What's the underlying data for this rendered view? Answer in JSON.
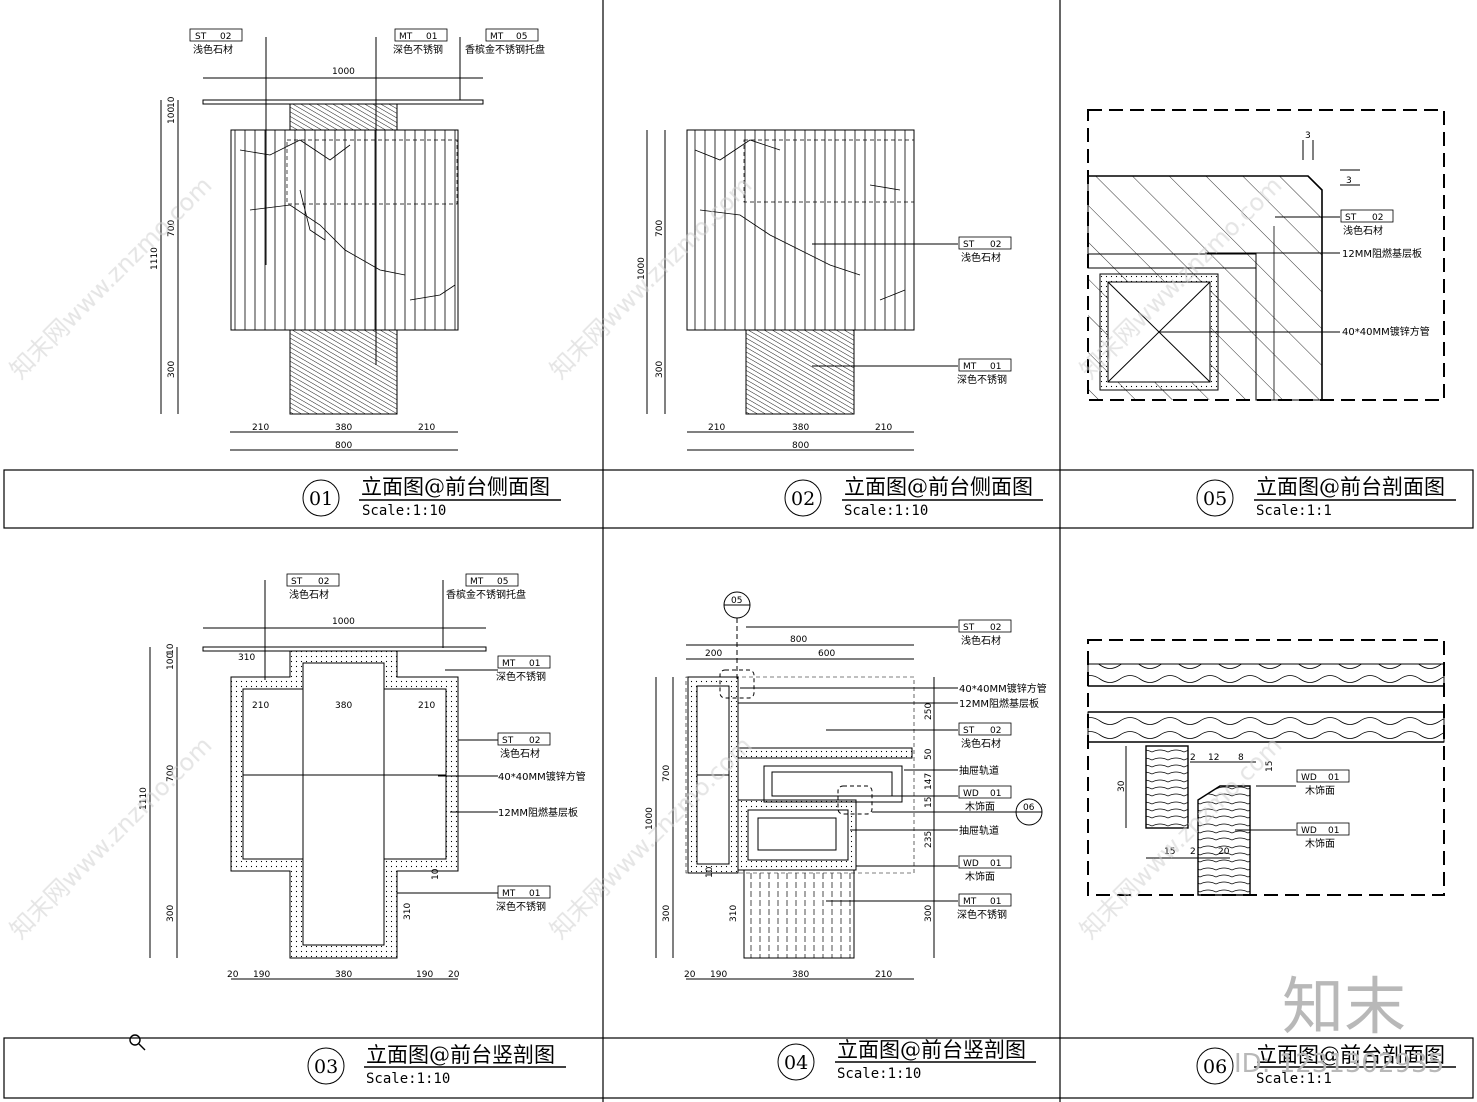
{
  "watermarks": {
    "logo_text": "知末",
    "id_text": "ID: 1231302935",
    "repeat_text": "知末网www.znzmo.com"
  },
  "panels": {
    "p01": {
      "num": "01",
      "title": "立面图@前台侧面图",
      "scale": "Scale:1:10"
    },
    "p02": {
      "num": "02",
      "title": "立面图@前台侧面图",
      "scale": "Scale:1:10"
    },
    "p05": {
      "num": "05",
      "title": "立面图@前台剖面图",
      "scale": "Scale:1:1"
    },
    "p03": {
      "num": "03",
      "title": "立面图@前台竖剖图",
      "scale": "Scale:1:10"
    },
    "p04": {
      "num": "04",
      "title": "立面图@前台竖剖图",
      "scale": "Scale:1:10"
    },
    "p06": {
      "num": "06",
      "title": "立面图@前台剖面图",
      "scale": "Scale:1:1"
    }
  },
  "materials": {
    "st02": {
      "code": "ST",
      "no": "02",
      "name": "浅色石材"
    },
    "mt01": {
      "code": "MT",
      "no": "01",
      "name": "深色不锈钢"
    },
    "mt05": {
      "code": "MT",
      "no": "05",
      "name": "香槟金不锈钢托盘"
    },
    "wd01": {
      "code": "WD",
      "no": "01",
      "name": "木饰面"
    }
  },
  "notes": {
    "tube": "40*40MM镀锌方管",
    "board": "12MM阻燃基层板",
    "rail": "抽屉轨道"
  },
  "dims": {
    "p01": {
      "top": "1000",
      "left_total": "1110",
      "left_a": "100",
      "left_b": "10",
      "left_mid": "700",
      "left_bot": "300",
      "b1": "210",
      "b2": "380",
      "b3": "210",
      "b_total": "800"
    },
    "p02": {
      "left_total": "1000",
      "left_mid": "700",
      "left_bot": "300",
      "b1": "210",
      "b2": "380",
      "b3": "210",
      "b_total": "800"
    },
    "p05": {
      "d1": "3",
      "d2": "3"
    },
    "p03": {
      "top": "1000",
      "left_total": "1110",
      "left_a": "100",
      "left_b": "10",
      "left_mid": "700",
      "left_bot": "300",
      "i1": "310",
      "i2": "210",
      "i3": "380",
      "i4": "210",
      "r1": "10",
      "r2": "310",
      "b1": "20",
      "b2": "190",
      "b3": "380",
      "b4": "190",
      "b5": "20"
    },
    "p04": {
      "tag_top": "05",
      "tag_side": "06",
      "top_total": "800",
      "t1": "200",
      "t2": "600",
      "left_total": "1000",
      "left_mid": "700",
      "left_bot": "300",
      "r1": "250",
      "r2": "50",
      "r3": "147",
      "r4": "15",
      "r5": "235",
      "r6": "300",
      "l1": "10",
      "l2": "310",
      "b1": "20",
      "b2": "190",
      "b3": "380",
      "b4": "210"
    },
    "p06": {
      "h": "30",
      "d1": "2",
      "d2": "12",
      "d3": "8",
      "d4": "15",
      "b1": "15",
      "b2": "2",
      "b3": "20"
    }
  }
}
